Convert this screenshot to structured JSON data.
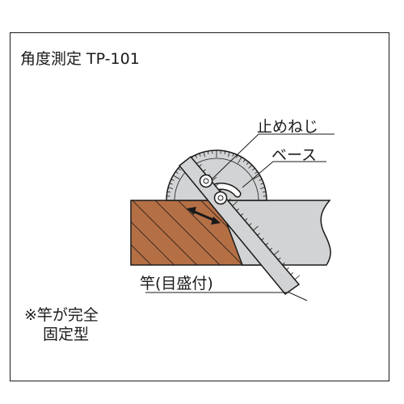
{
  "title": "角度測定 TP-101",
  "labels": {
    "screw": "止めねじ",
    "base": "ベース",
    "rod": "竿(目盛付)"
  },
  "note": {
    "line1": "※竿が完全",
    "line2": "固定型"
  },
  "colors": {
    "line": "#1a1a1a",
    "metal": "#d2d3d4",
    "wood": "#b56f45",
    "background": "#ffffff"
  },
  "icons": {
    "arrow": "double-arrow-icon"
  }
}
